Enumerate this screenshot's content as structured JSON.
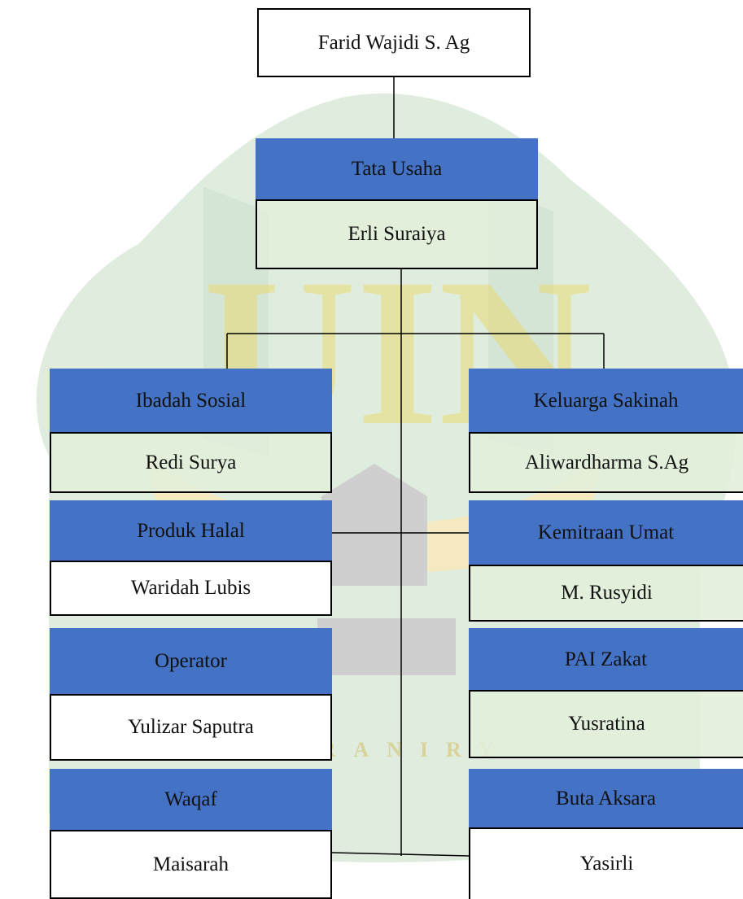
{
  "head": {
    "name": "Farid Wajidi S. Ag"
  },
  "admin": {
    "role": "Tata Usaha",
    "name": "Erli Suraiya"
  },
  "left": [
    {
      "role": "Ibadah Sosial",
      "name": "Redi Surya"
    },
    {
      "role": "Produk Halal",
      "name": "Waridah Lubis"
    },
    {
      "role": "Operator",
      "name": "Yulizar Saputra"
    },
    {
      "role": "Waqaf",
      "name": "Maisarah"
    }
  ],
  "right": [
    {
      "role": "Keluarga Sakinah",
      "name": "Aliwardharma S.Ag"
    },
    {
      "role": "Kemitraan Umat",
      "name": "M. Rusyidi"
    },
    {
      "role": "PAI Zakat",
      "name": "Yusratina"
    },
    {
      "role": "Buta Aksara",
      "name": "Yasirli"
    }
  ],
  "watermark": {
    "text": "AR-RANIRY",
    "letters": "UIN"
  },
  "colors": {
    "role_fill": "#4472c4",
    "name_fill_tinted": "#e2efda"
  }
}
